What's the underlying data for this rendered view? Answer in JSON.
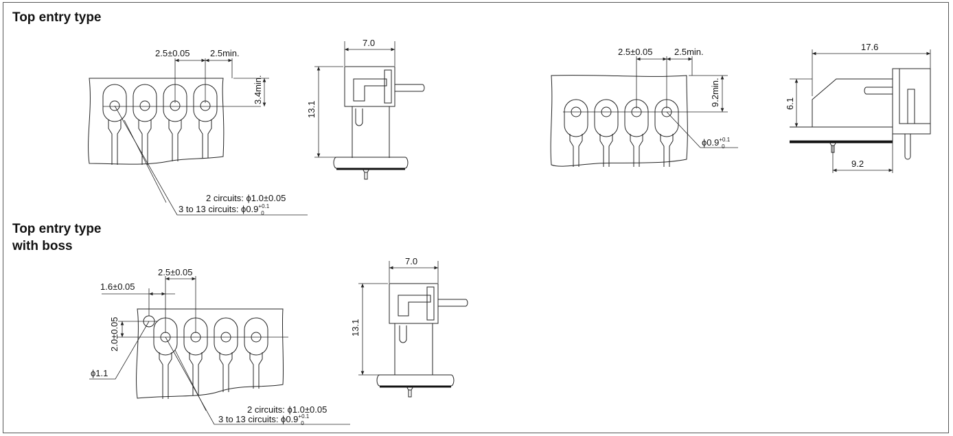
{
  "sections": {
    "top_entry": {
      "heading": "Top entry type"
    },
    "top_entry_boss": {
      "heading_line1": "Top entry type",
      "heading_line2": "with boss"
    }
  },
  "dims": {
    "pitch": "2.5±0.05",
    "min_gap": "2.5min.",
    "h_min_34": "3.4min.",
    "h_min_92": "9.2min.",
    "width_7": "7.0",
    "height_131": "13.1",
    "width_176": "17.6",
    "height_61": "6.1",
    "width_92": "9.2",
    "boss_offset": "1.6±0.05",
    "boss_vertical": "2.0±0.05",
    "boss_hole": "ϕ1.1",
    "hole_09": "ϕ0.9",
    "hole_09_tol_top": "+0.1",
    "hole_09_tol_bottom": "0"
  },
  "notes": {
    "two_circuits": "2 circuits: ϕ1.0±0.05",
    "three_to_13_prefix": "3 to 13 circuits: ϕ0.9",
    "tol_top": "+0.1",
    "tol_bottom": "0"
  }
}
